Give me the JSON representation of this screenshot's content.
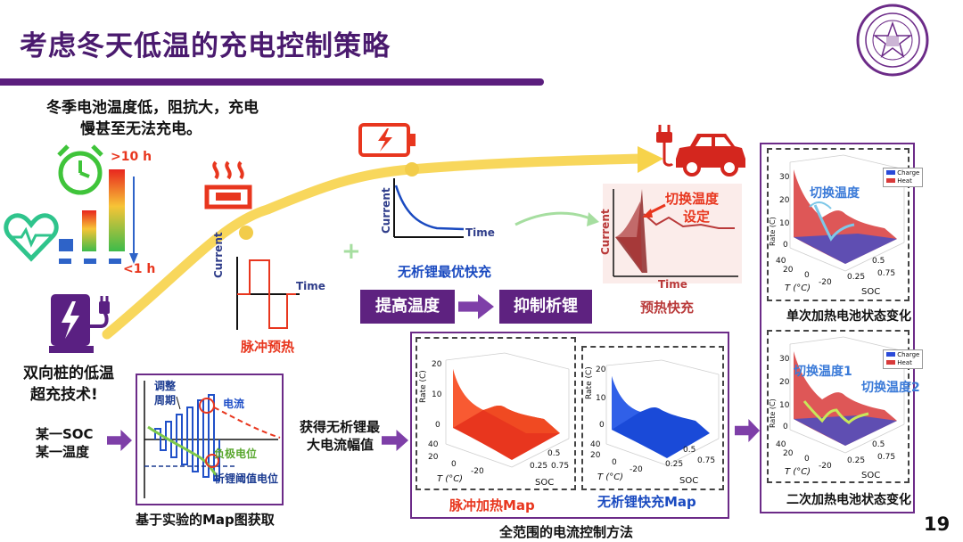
{
  "header": {
    "title": "考虑冬天低温的充电控制策略",
    "page_number": "19"
  },
  "intro": {
    "line1": "冬季电池温度低，阻抗大，充电",
    "line2": "慢甚至无法充电。",
    "time_high": ">10 h",
    "time_low": "<1 h"
  },
  "charger": {
    "label_line1": "双向桩的低温",
    "label_line2": "超充技术!"
  },
  "pulse_preheat": {
    "ylabel": "Current",
    "xlabel": "Time",
    "caption": "脉冲预热"
  },
  "optimal_charge": {
    "ylabel": "Current",
    "xlabel": "Time",
    "caption": "无析锂最优快充"
  },
  "preheat_fast": {
    "ylabel": "Current",
    "xlabel": "Time",
    "annotation_line1": "切换温度",
    "annotation_line2": "设定",
    "caption": "预热快充"
  },
  "steps": {
    "raise_temp": "提高温度",
    "suppress": "抑制析锂"
  },
  "map_exp": {
    "input_line1": "某一SOC",
    "input_line2": "某一温度",
    "adjust_line1": "调整",
    "adjust_line2": "周期",
    "current": "电流",
    "anode": "负极电位",
    "threshold": "析锂阈值电位",
    "caption": "基于实验的Map图获取",
    "output_line1": "获得无析锂最",
    "output_line2": "大电流幅值"
  },
  "maps": {
    "heat_caption": "脉冲加热Map",
    "fast_caption": "无析锂快充Map",
    "group_caption": "全范围的电流控制方法",
    "z_label": "Rate (C)",
    "t_label": "T (°C)",
    "soc_label": "SOC",
    "z_ticks": [
      "20",
      "10",
      "0"
    ],
    "t_ticks": [
      "40",
      "20",
      "0",
      "-20"
    ],
    "soc_ticks": [
      "0.25",
      "0.5",
      "0.75"
    ]
  },
  "state_single": {
    "switch_temp": "切换温度",
    "legend_charge": "Charge",
    "legend_heat": "Heat",
    "caption": "单次加热电池状态变化",
    "z_ticks": [
      "30",
      "20",
      "10",
      "0"
    ]
  },
  "state_double": {
    "switch_temp1": "切换温度1",
    "switch_temp2": "切换温度2",
    "legend_charge": "Charge",
    "legend_heat": "Heat",
    "caption": "二次加热电池状态变化",
    "z_ticks": [
      "30",
      "20",
      "10",
      "0"
    ]
  },
  "colors": {
    "brand_purple": "#5b1e7e",
    "accent_red": "#e8361e",
    "accent_blue": "#1a4ac0",
    "curve_yellow": "#f7d34a"
  }
}
